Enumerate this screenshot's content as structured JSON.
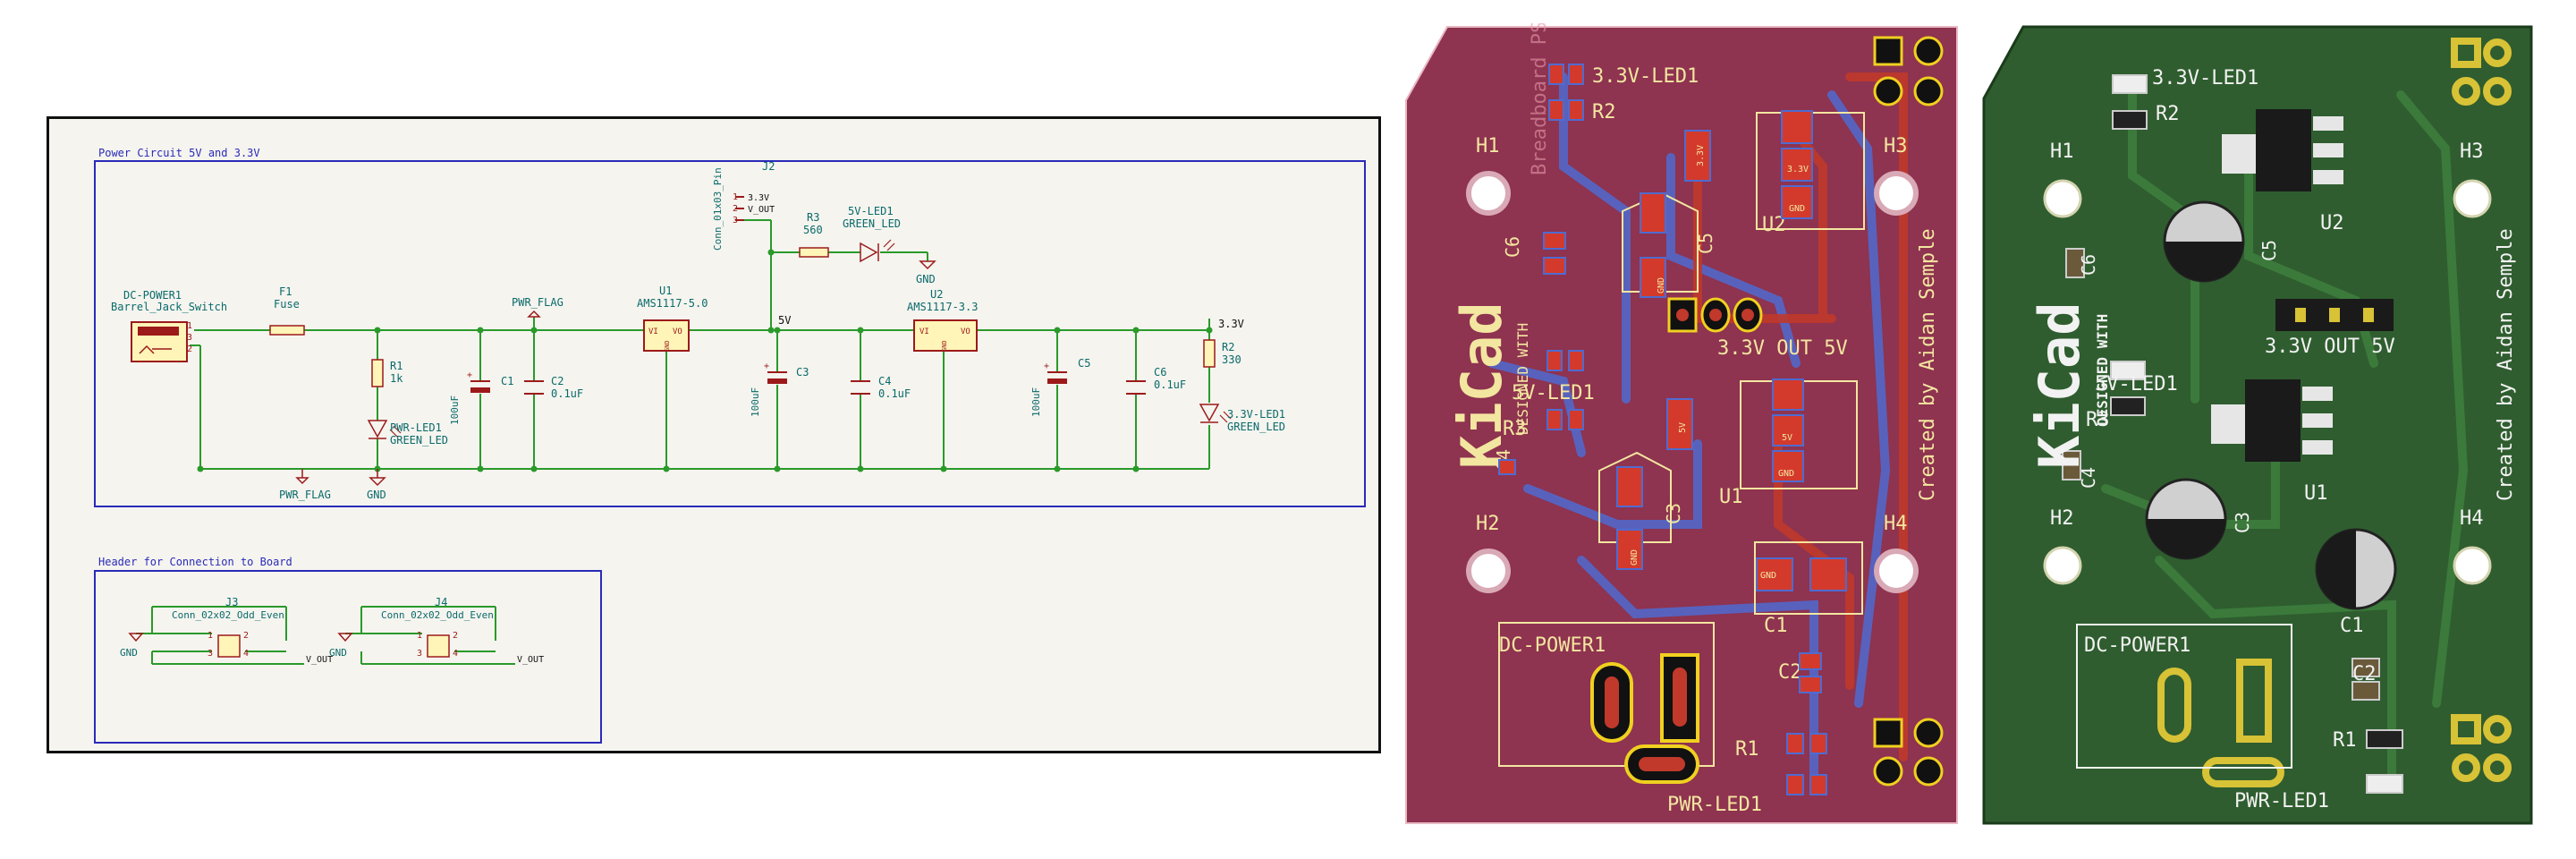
{
  "colors": {
    "sheet_bg": "#f5f4ef",
    "sheet_border": "#111111",
    "frame_blue": "#2a2ab8",
    "wire_green": "#2a9a2a",
    "comp_red": "#9c1a1a",
    "comp_fill": "#fff5b8",
    "label_teal": "#0a6a6a",
    "pcb_maroon": "#8e3350",
    "pcb_copper": "#c0392b",
    "pcb_silk": "#f3e6a0",
    "pcb_via_blue": "#4f6bd0",
    "render_green": "#2f5d2f",
    "render_silk": "#f2f2f2",
    "render_pad": "#d8c236"
  },
  "schematic": {
    "title_power": "Power Circuit 5V and 3.3V",
    "title_header": "Header for Connection to Board",
    "dc_power": {
      "ref": "DC-POWER1",
      "value": "Barrel_Jack_Switch",
      "pins": [
        "1",
        "3",
        "2"
      ]
    },
    "fuse": {
      "ref": "F1",
      "value": "Fuse"
    },
    "r1": {
      "ref": "R1",
      "value": "1k"
    },
    "pwr_led": {
      "ref": "PWR-LED1",
      "value": "GREEN_LED"
    },
    "pwr_flag_left": "PWR_FLAG",
    "pwr_flag_top": "PWR_FLAG",
    "gnd": "GND",
    "c1": {
      "ref": "C1",
      "value": "100uF"
    },
    "c2": {
      "ref": "C2",
      "value": "0.1uF"
    },
    "u1": {
      "ref": "U1",
      "value": "AMS1117-5.0",
      "vi": "VI",
      "vo": "VO",
      "gnd": "GND"
    },
    "c3": {
      "ref": "C3",
      "value": "100uF"
    },
    "c4": {
      "ref": "C4",
      "value": "0.1uF"
    },
    "u2": {
      "ref": "U2",
      "value": "AMS1117-3.3",
      "vi": "VI",
      "vo": "VO",
      "gnd": "GND"
    },
    "c5": {
      "ref": "C5",
      "value": "100uF"
    },
    "c6": {
      "ref": "C6",
      "value": "0.1uF"
    },
    "r2": {
      "ref": "R2",
      "value": "330"
    },
    "led33": {
      "ref": "3.3V-LED1",
      "value": "GREEN_LED"
    },
    "net_5v": "5V",
    "net_33v": "3.3V",
    "j2": {
      "ref": "J2",
      "value": "Conn_01x03_Pin",
      "pins": [
        "1",
        "2",
        "3"
      ],
      "n1": "3.3V",
      "n2": "V_OUT"
    },
    "r3": {
      "ref": "R3",
      "value": "560"
    },
    "led5v": {
      "ref": "5V-LED1",
      "value": "GREEN_LED"
    },
    "j3": {
      "ref": "J3",
      "value": "Conn_02x02_Odd_Even",
      "pins": [
        "1",
        "2",
        "3",
        "4"
      ]
    },
    "j4": {
      "ref": "J4",
      "value": "Conn_02x02_Odd_Even",
      "pins": [
        "1",
        "2",
        "3",
        "4"
      ]
    },
    "v_out": "V_OUT"
  },
  "pcb": {
    "label_33_led": "3.3V-LED1",
    "label_r2": "R2",
    "label_h1": "H1",
    "label_h2": "H2",
    "label_h3": "H3",
    "label_h4": "H4",
    "label_c6": "C6",
    "label_c5": "C5",
    "label_u2": "U2",
    "label_u1": "U1",
    "label_c3": "C3",
    "label_c4": "C4",
    "label_5v_led": "5V-LED1",
    "label_r3": "R3",
    "label_c1": "C1",
    "label_c2": "C2",
    "label_r1": "R1",
    "label_pwr_led": "PWR-LED1",
    "label_dc_power": "DC-POWER1",
    "label_header": "3.3V OUT 5V",
    "label_credit": "Created by Aidan Semple",
    "label_kicad": "KiCad",
    "label_designed": "DESIGNED WITH",
    "label_board": "Breadboard PSU",
    "pad_gnd": "GND",
    "pad_33v": "3.3V",
    "pad_5v": "5V"
  },
  "render": {
    "label_33_led": "3.3V-LED1",
    "label_r2": "R2",
    "label_h1": "H1",
    "label_h2": "H2",
    "label_h3": "H3",
    "label_h4": "H4",
    "label_c6": "C6",
    "label_c5": "C5",
    "label_u2": "U2",
    "label_u1": "U1",
    "label_c3": "C3",
    "label_c4": "C4",
    "label_5v_led": "5V-LED1",
    "label_r3": "R3",
    "label_c1": "C1",
    "label_c2": "C2",
    "label_r1": "R1",
    "label_pwr_led": "PWR-LED1",
    "label_dc_power": "DC-POWER1",
    "label_header": "3.3V OUT 5V",
    "label_credit": "Created by Aidan Semple",
    "label_kicad": "KiCad",
    "label_designed": "DESIGNED WITH"
  }
}
